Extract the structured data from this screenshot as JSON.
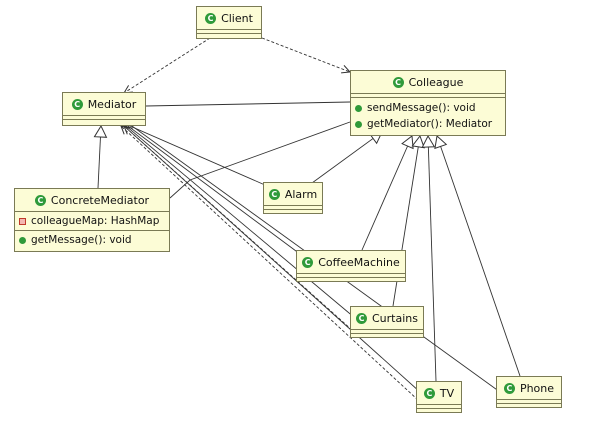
{
  "classes": {
    "client": {
      "name": "Client",
      "icon": "class-c-icon"
    },
    "mediator": {
      "name": "Mediator",
      "icon": "class-c-icon"
    },
    "colleague": {
      "name": "Colleague",
      "icon": "class-c-icon",
      "methods": [
        "sendMessage(): void",
        "getMediator(): Mediator"
      ]
    },
    "concrete_mediator": {
      "name": "ConcreteMediator",
      "icon": "class-c-icon",
      "fields": [
        "colleagueMap: HashMap"
      ],
      "methods": [
        "getMessage(): void"
      ]
    },
    "alarm": {
      "name": "Alarm",
      "icon": "class-c-icon"
    },
    "coffee_machine": {
      "name": "CoffeeMachine",
      "icon": "class-c-icon"
    },
    "curtains": {
      "name": "Curtains",
      "icon": "class-c-icon"
    },
    "tv": {
      "name": "TV",
      "icon": "class-c-icon"
    },
    "phone": {
      "name": "Phone",
      "icon": "class-c-icon"
    }
  },
  "relations": [
    {
      "from": "Client",
      "to": "Mediator",
      "kind": "dependency"
    },
    {
      "from": "Client",
      "to": "Colleague",
      "kind": "dependency"
    },
    {
      "from": "Mediator",
      "to": "Colleague",
      "kind": "association"
    },
    {
      "from": "ConcreteMediator",
      "to": "Mediator",
      "kind": "generalization"
    },
    {
      "from": "ConcreteMediator",
      "to": "Colleague",
      "kind": "association"
    },
    {
      "from": "Alarm",
      "to": "Colleague",
      "kind": "generalization"
    },
    {
      "from": "CoffeeMachine",
      "to": "Colleague",
      "kind": "generalization"
    },
    {
      "from": "Curtains",
      "to": "Colleague",
      "kind": "generalization"
    },
    {
      "from": "TV",
      "to": "Colleague",
      "kind": "generalization"
    },
    {
      "from": "Phone",
      "to": "Colleague",
      "kind": "generalization"
    },
    {
      "from": "Alarm",
      "to": "Mediator",
      "kind": "association"
    },
    {
      "from": "CoffeeMachine",
      "to": "Mediator",
      "kind": "association"
    },
    {
      "from": "Curtains",
      "to": "Mediator",
      "kind": "association"
    },
    {
      "from": "TV",
      "to": "Mediator",
      "kind": "association"
    },
    {
      "from": "Phone",
      "to": "Mediator",
      "kind": "association"
    },
    {
      "from": "Curtains",
      "to": "Mediator",
      "kind": "dependency"
    },
    {
      "from": "TV",
      "to": "Mediator",
      "kind": "dependency"
    }
  ],
  "colors": {
    "class_fill": "#fcfcd6",
    "class_border": "#7a7a55",
    "class_badge": "#2f9a3a",
    "line": "#333333"
  }
}
